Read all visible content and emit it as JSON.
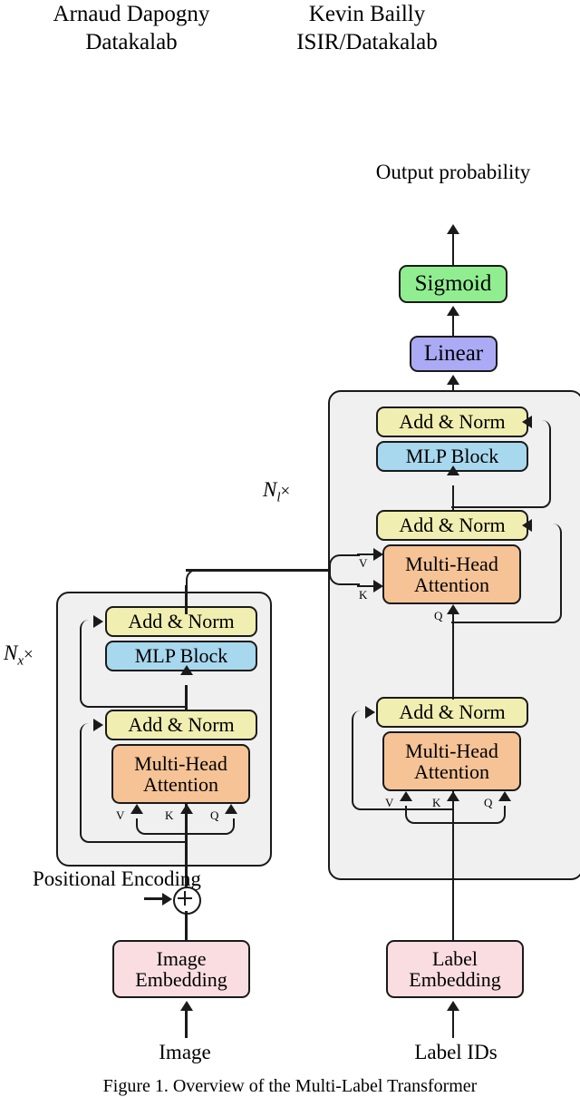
{
  "authors": [
    {
      "name": "Arnaud Dapogny",
      "affiliation": "Datakalab"
    },
    {
      "name": "Kevin Bailly",
      "affiliation": "ISIR/Datakalab"
    }
  ],
  "figure": {
    "caption": "Figure 1. Overview of the Multi-Label Transformer",
    "top_label": "Output\nprobability",
    "top_label_line1": "Output",
    "top_label_line2": "probability",
    "positional_encoding_line1": "Positional",
    "positional_encoding_line2": "Encoding",
    "plus_symbol": "⊕",
    "encoder_repeat": "N",
    "encoder_repeat_sub": "x",
    "decoder_repeat": "N",
    "decoder_repeat_sub": "l",
    "repeat_times": "×",
    "input_left": "Image",
    "input_right": "Label IDs",
    "nodes": {
      "sigmoid": "Sigmoid",
      "linear": "Linear",
      "add_norm": "Add & Norm",
      "mlp_block": "MLP Block",
      "mha_line1": "Multi-Head",
      "mha_line2": "Attention",
      "image_embedding_line1": "Image",
      "image_embedding_line2": "Embedding",
      "label_embedding_line1": "Label",
      "label_embedding_line2": "Embedding"
    },
    "qkv": {
      "v": "V",
      "k": "K",
      "q": "Q"
    },
    "colors": {
      "sigmoid": "#90ee90",
      "linear": "#aaaaf5",
      "add_norm": "#f0eeb0",
      "mlp_block": "#a8d8ee",
      "attention": "#f5c396",
      "embedding": "#fadde1",
      "group_bg": "#f0f0f0",
      "stroke": "#1a1a1a"
    }
  }
}
